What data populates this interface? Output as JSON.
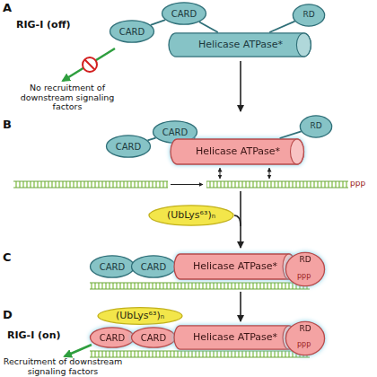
{
  "diagram": {
    "nodes": [
      {
        "text": [
          "CARD"
        ]
      },
      {
        "text": [
          "CARD"
        ]
      },
      {
        "text": [
          "RD"
        ]
      },
      {
        "text": [
          "Helicase ATPase*"
        ]
      },
      {
        "text": [
          "CARD"
        ]
      },
      {
        "text": [
          "CARD"
        ]
      },
      {
        "text": [
          "RD"
        ]
      },
      {
        "text": [
          "Helicase ATPase*"
        ]
      },
      {
        "text": [
          "(UbLys⁶³)ₙ"
        ]
      },
      {
        "text": [
          "CARD"
        ]
      },
      {
        "text": [
          "CARD"
        ]
      },
      {
        "text": [
          "Helicase ATPase*"
        ]
      },
      {
        "text": [
          "RD"
        ]
      },
      {
        "text": [
          "(UbLys⁶³)ₙ"
        ]
      },
      {
        "text": [
          "CARD"
        ]
      },
      {
        "text": [
          "CARD"
        ]
      },
      {
        "text": [
          "Helicase ATPase*"
        ]
      },
      {
        "text": [
          "RD"
        ]
      }
    ],
    "edges": [
      {
        "from": 0,
        "to": 1,
        "arrow": "none"
      },
      {
        "from": 1,
        "to": 3,
        "arrow": "none"
      },
      {
        "from": 3,
        "to": 2,
        "arrow": "none"
      },
      {
        "from": 4,
        "to": 5,
        "arrow": "none"
      },
      {
        "from": 5,
        "to": 7,
        "arrow": "none"
      },
      {
        "from": 7,
        "to": 6,
        "arrow": "none"
      }
    ],
    "labels": [
      "A",
      "RIG-I (off)",
      "No recruitment of downstream signaling factors",
      "B",
      "ppp",
      "C",
      "ppp",
      "D",
      "ppp",
      "RIG-I (on)",
      "Recruitment of downstream signaling factors"
    ]
  }
}
